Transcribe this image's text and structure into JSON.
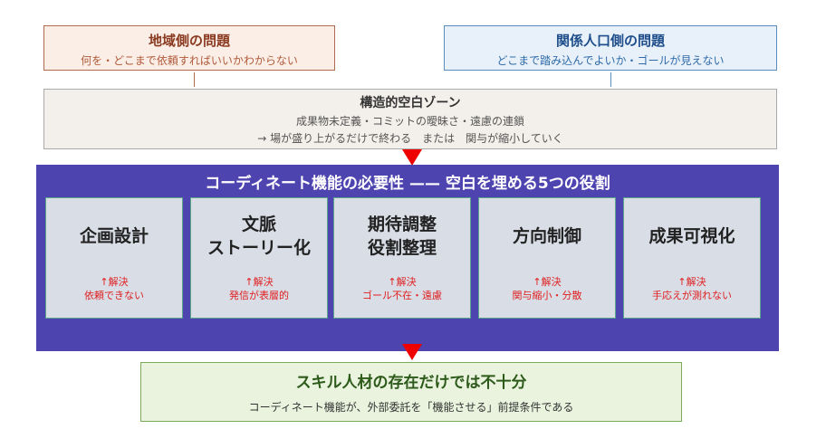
{
  "regional_problem": {
    "title": "地域側の問題",
    "desc": "何を・どこまで依頼すればいいかわからない"
  },
  "related_population_problem": {
    "title": "関係人口側の問題",
    "desc": "どこまで踏み込んでよいか・ゴールが見えない"
  },
  "blank_zone": {
    "title": "構造的空白ゾーン",
    "line1": "成果物未定義・コミットの曖昧さ・遠慮の連鎖",
    "line2": "→ 場が盛り上がるだけで終わる　または　関与が縮小していく"
  },
  "panel": {
    "title": "コーディネート機能の必要性 —— 空白を埋める5つの役割",
    "roles": [
      {
        "name": "企画設計",
        "resolve": "↑解決",
        "problem": "依頼できない"
      },
      {
        "name": "文脈\nストーリー化",
        "resolve": "↑解決",
        "problem": "発信が表層的"
      },
      {
        "name": "期待調整\n役割整理",
        "resolve": "↑解決",
        "problem": "ゴール不在・遠慮"
      },
      {
        "name": "方向制御",
        "resolve": "↑解決",
        "problem": "関与縮小・分散"
      },
      {
        "name": "成果可視化",
        "resolve": "↑解決",
        "problem": "手応えが測れない"
      }
    ]
  },
  "conclusion": {
    "title": "スキル人材の存在だけでは不十分",
    "desc": "コーディネート機能が、外部委託を「機能させる」前提条件である"
  }
}
